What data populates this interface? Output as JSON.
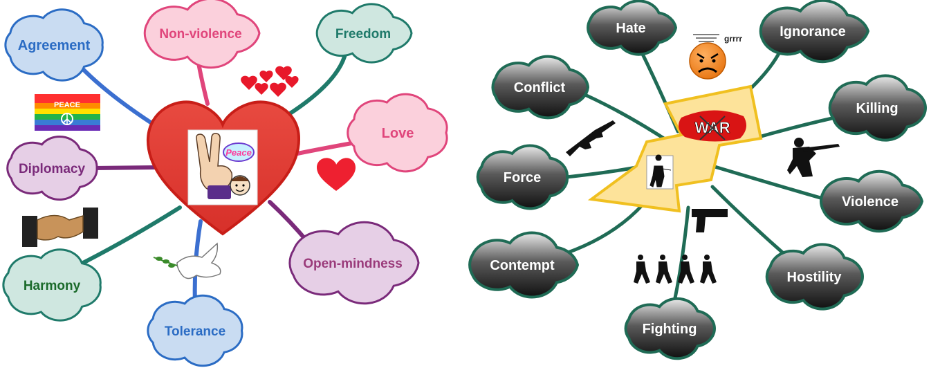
{
  "peace_map": {
    "center_label": "Peace",
    "nodes": [
      {
        "id": "agreement",
        "label": "Agreement",
        "color": "#2b6cc4",
        "fill": "#c9dcf2",
        "stroke": "#2b6cc4"
      },
      {
        "id": "nonviolence",
        "label": "Non-violence",
        "color": "#e0457b",
        "fill": "#fbd0dc",
        "stroke": "#e0457b"
      },
      {
        "id": "freedom",
        "label": "Freedom",
        "color": "#1f7a6a",
        "fill": "#cfe7e0",
        "stroke": "#1f7a6a"
      },
      {
        "id": "love",
        "label": "Love",
        "color": "#e0457b",
        "fill": "#fbd0dc",
        "stroke": "#e0457b"
      },
      {
        "id": "diplomacy",
        "label": "Diplomacy",
        "color": "#7a2a7a",
        "fill": "#e6cfe6",
        "stroke": "#7a2a7a"
      },
      {
        "id": "openmind",
        "label": "Open-mindness",
        "color": "#9a3a7a",
        "fill": "#e6cfe6",
        "stroke": "#7a2a7a"
      },
      {
        "id": "harmony",
        "label": "Harmony",
        "color": "#1a6a2a",
        "fill": "#cfe7e0",
        "stroke": "#1f7a6a"
      },
      {
        "id": "tolerance",
        "label": "Tolerance",
        "color": "#2b6cc4",
        "fill": "#c9dcf2",
        "stroke": "#2b6cc4"
      }
    ],
    "flag_text": "PEACE"
  },
  "war_map": {
    "center_label": "WAR",
    "grrr_text": "grrrr",
    "nodes": [
      {
        "id": "hate",
        "label": "Hate"
      },
      {
        "id": "ignorance",
        "label": "Ignorance"
      },
      {
        "id": "conflict",
        "label": "Conflict"
      },
      {
        "id": "killing",
        "label": "Killing"
      },
      {
        "id": "force",
        "label": "Force"
      },
      {
        "id": "violence",
        "label": "Violence"
      },
      {
        "id": "contempt",
        "label": "Contempt"
      },
      {
        "id": "hostility",
        "label": "Hostility"
      },
      {
        "id": "fighting",
        "label": "Fighting"
      }
    ]
  },
  "colors": {
    "heart_fill": "#e23a32",
    "war_cloud_fill_top": "#4a4a4a",
    "war_cloud_fill_bottom": "#1a1a1a",
    "war_cloud_stroke": "#1f6b55",
    "war_branch": "#1f6b55",
    "lightning_fill": "#fde39a",
    "lightning_stroke": "#f0c020"
  }
}
